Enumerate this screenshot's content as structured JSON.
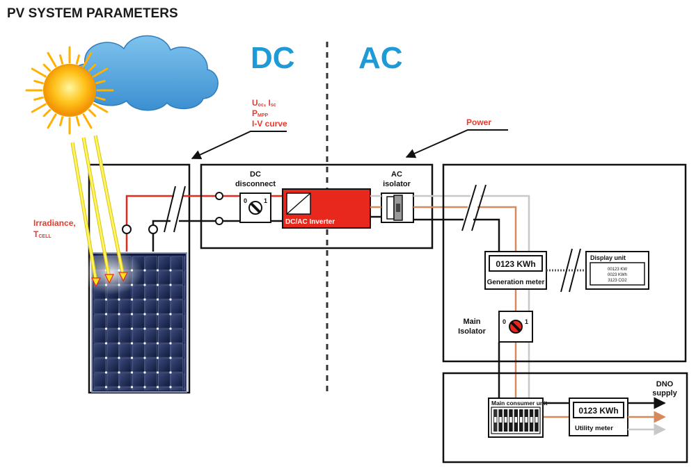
{
  "title": "PV SYSTEM PARAMETERS",
  "sections": {
    "dc": "DC",
    "ac": "AC"
  },
  "annotations": {
    "pv_params": {
      "uoc": "U",
      "uoc_sub": "oc",
      "sep": ", ",
      "isc": "I",
      "isc_sub": "sc",
      "pmpp": "P",
      "pmpp_sub": "MPP",
      "iv": "I-V curve"
    },
    "power": "Power",
    "irradiance": "Irradiance,",
    "tcell": "T",
    "tcell_sub": "CELL"
  },
  "components": {
    "dc_disconnect": {
      "line1": "DC",
      "line2": "disconnect",
      "pos0": "0",
      "pos1": "1"
    },
    "inverter": "DC/AC Inverter",
    "ac_isolator": {
      "line1": "AC",
      "line2": "isolator"
    },
    "generation_meter": {
      "reading": "0123 KWh",
      "label": "Generation meter"
    },
    "display_unit": {
      "label": "Display unit",
      "line1": "00123 KW",
      "line2": "0023 KWh",
      "line3": "3123 CO2"
    },
    "main_isolator": {
      "line1": "Main",
      "line2": "Isolator",
      "pos0": "0",
      "pos1": "1"
    },
    "consumer_unit": "Main consumer unit",
    "utility_meter": {
      "reading": "0123 KWh",
      "label": "Utility meter"
    },
    "dno": {
      "line1": "DNO",
      "line2": "supply"
    }
  },
  "colors": {
    "dc_blue": "#1e9ad6",
    "red": "#e83a2b",
    "inverter": "#e8281c",
    "copper": "#d48a5a",
    "grey_wire": "#c8c8c8"
  }
}
